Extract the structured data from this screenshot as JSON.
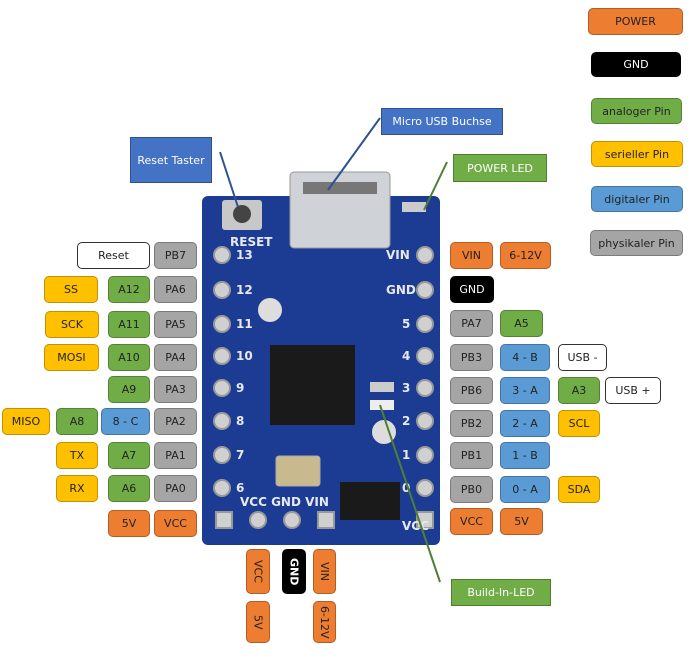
{
  "legend": {
    "power": "POWER",
    "gnd": "GND",
    "analog": "analoger Pin",
    "serial": "serieller Pin",
    "digital": "digitaler Pin",
    "physical": "physikaler Pin"
  },
  "colors": {
    "power": "#ed7d31",
    "gnd": "#000000",
    "analog": "#70ad47",
    "serial": "#ffc000",
    "digital": "#5b9bd5",
    "physical": "#a5a5a5"
  },
  "callouts": {
    "reset": "Reset Taster",
    "usb": "Micro USB Buchse",
    "power_led": "POWER LED",
    "builtin_led": "Build-In-LED"
  },
  "left": {
    "reset": "Reset",
    "pb7": "PB7",
    "ss": "SS",
    "a12": "A12",
    "pa6": "PA6",
    "sck": "SCK",
    "a11": "A11",
    "pa5": "PA5",
    "mosi": "MOSI",
    "a10": "A10",
    "pa4": "PA4",
    "a9": "A9",
    "pa3": "PA3",
    "miso": "MISO",
    "a8": "A8",
    "d8": "8 - C",
    "pa2": "PA2",
    "tx": "TX",
    "a7": "A7",
    "pa1": "PA1",
    "rx": "RX",
    "a6": "A6",
    "pa0": "PA0",
    "v5": "5V",
    "vcc": "VCC"
  },
  "right": {
    "vin": "VIN",
    "v612": "6-12V",
    "gnd": "GND",
    "pa7": "PA7",
    "a5": "A5",
    "pb3": "PB3",
    "d4": "4 - B",
    "usbm": "USB -",
    "pb6": "PB6",
    "d3": "3 - A",
    "a3": "A3",
    "usbp": "USB +",
    "pb2": "PB2",
    "d2": "2 - A",
    "scl": "SCL",
    "pb1": "PB1",
    "d1": "1 - B",
    "pb0": "PB0",
    "d0": "0 - A",
    "sda": "SDA",
    "vcc": "VCC",
    "v5": "5V"
  },
  "bottom": {
    "vcc": "VCC",
    "gnd": "GND",
    "vin": "VIN",
    "v5": "5V",
    "v612": "6-12V"
  },
  "board": {
    "reset": "RESET",
    "left_pins": [
      "13",
      "12",
      "11",
      "10",
      "9",
      "8",
      "7",
      "6"
    ],
    "right_pins": [
      "VIN",
      "GND",
      "5",
      "4",
      "3",
      "2",
      "1",
      "0"
    ],
    "bottom": "VCC GND VIN",
    "right_bottom": "VCC"
  }
}
